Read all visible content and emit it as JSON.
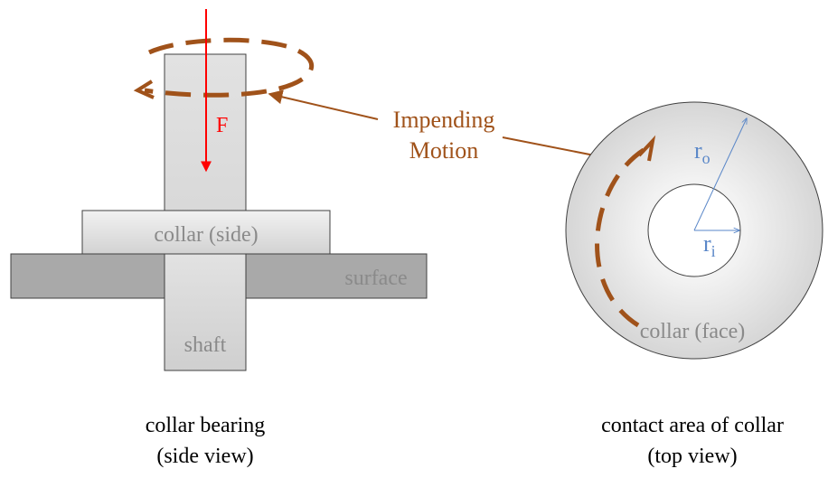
{
  "side_view": {
    "force_label": "F",
    "collar_label": "collar (side)",
    "surface_label": "surface",
    "shaft_label": "shaft",
    "caption_line1": "collar bearing",
    "caption_line2": "(side view)"
  },
  "top_view": {
    "outer_radius_label": "r",
    "outer_radius_sub": "o",
    "inner_radius_label": "r",
    "inner_radius_sub": "i",
    "collar_face_label": "collar (face)",
    "caption_line1": "contact area of collar",
    "caption_line2": "(top view)"
  },
  "annotation": {
    "line1": "Impending",
    "line2": "Motion"
  },
  "colors": {
    "force": "#ff0000",
    "motion": "#a0521a",
    "radius": "#5a87c8",
    "part_label": "#8a8a8a",
    "stroke": "#404040"
  }
}
